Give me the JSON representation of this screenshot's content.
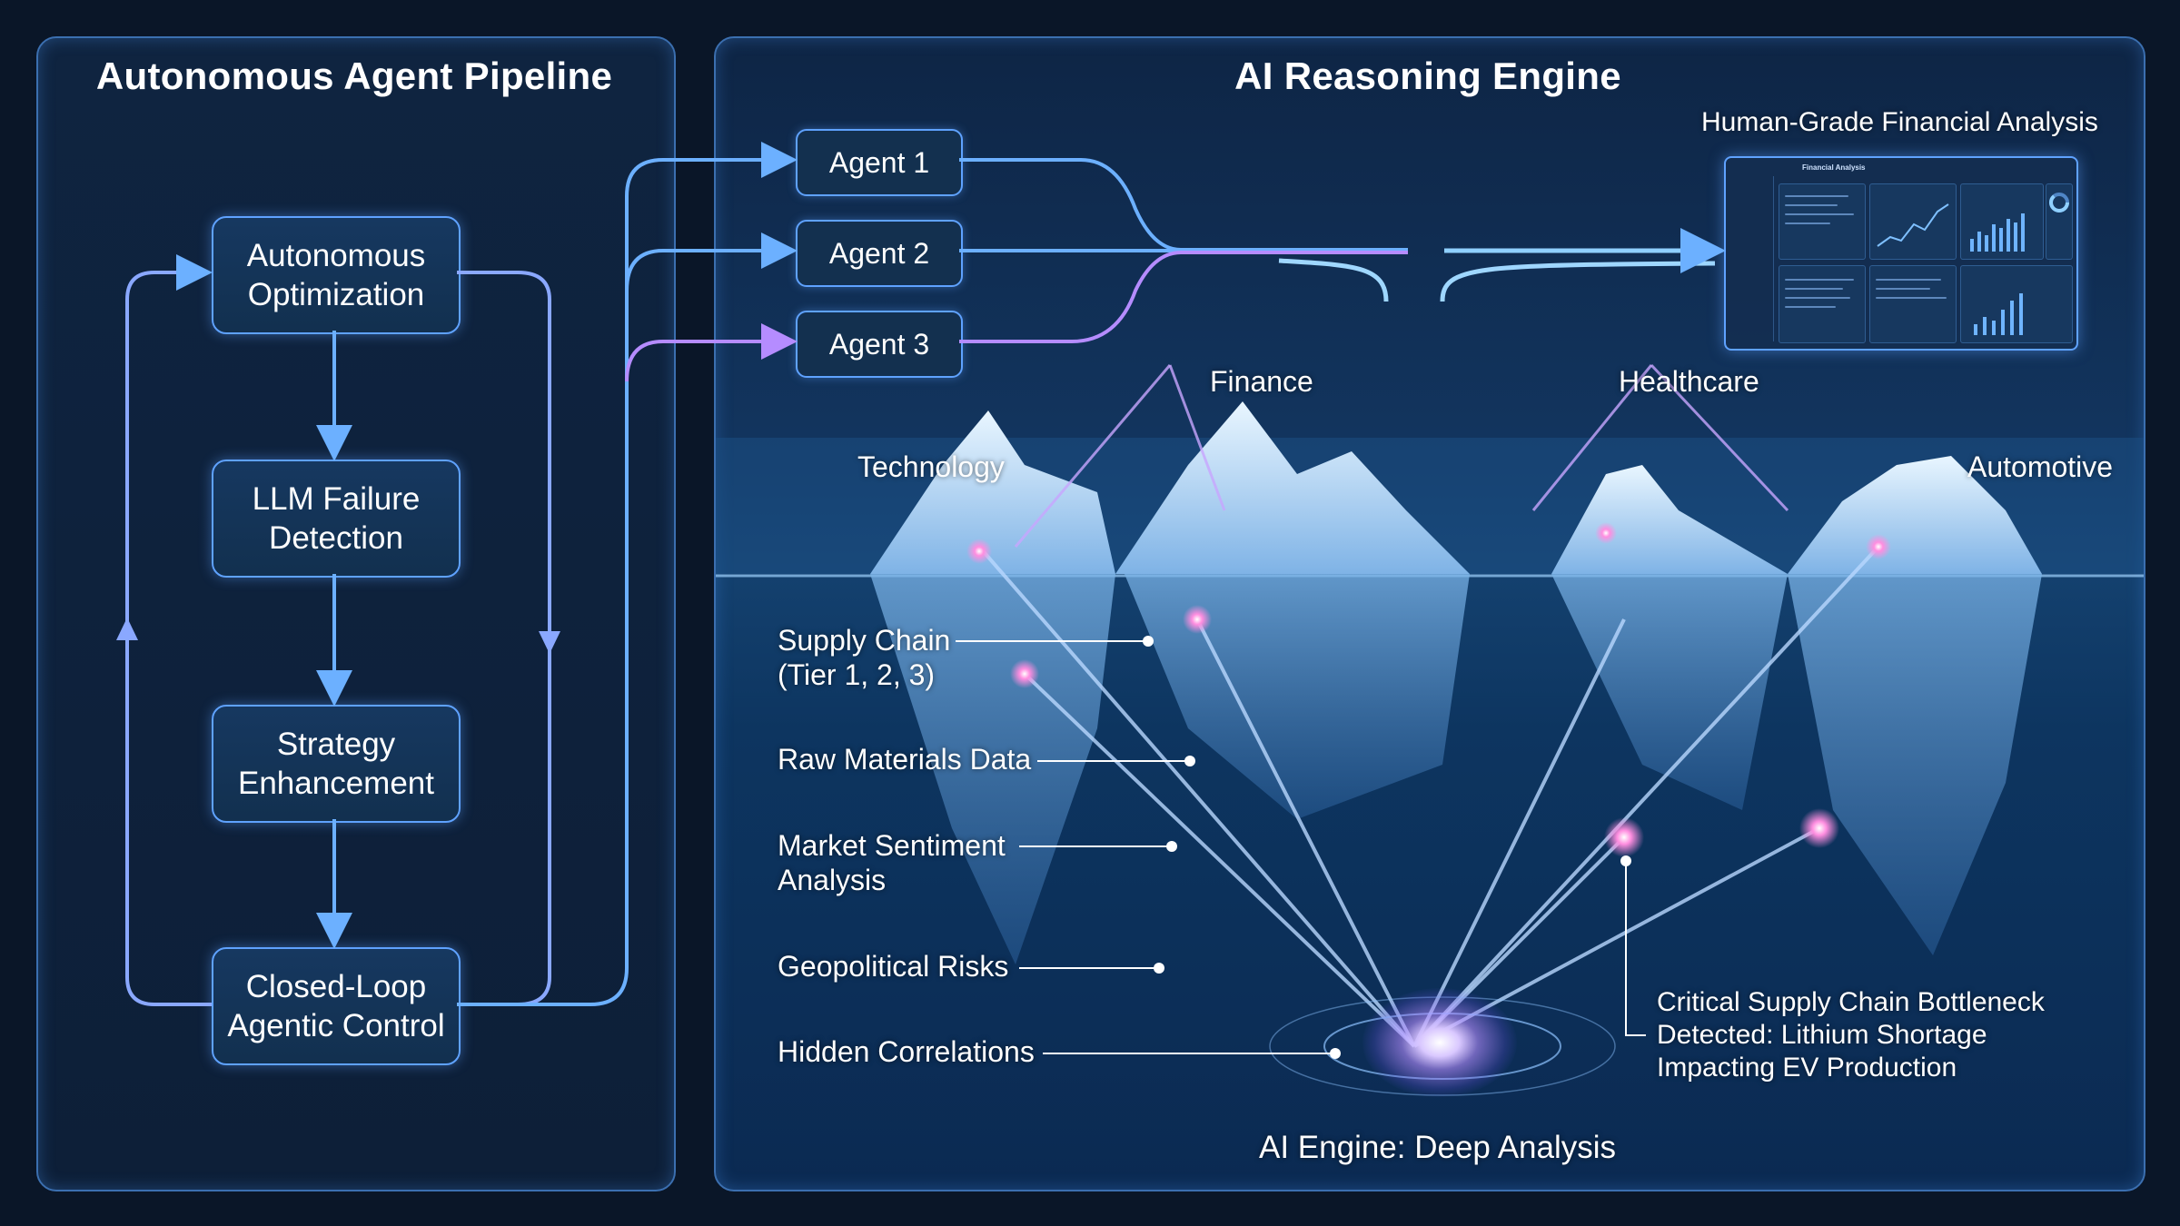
{
  "left_panel": {
    "title": "Autonomous Agent Pipeline",
    "steps": [
      {
        "label": "Autonomous\nOptimization"
      },
      {
        "label": "LLM Failure\nDetection"
      },
      {
        "label": "Strategy\nEnhancement"
      },
      {
        "label": "Closed-Loop\nAgentic Control"
      }
    ]
  },
  "right_panel": {
    "title": "AI Reasoning Engine",
    "agents": [
      "Agent 1",
      "Agent 2",
      "Agent 3"
    ],
    "output_label": "Human-Grade Financial Analysis",
    "dashboard_title": "Financial Analysis",
    "domains": [
      "Technology",
      "Finance",
      "Healthcare",
      "Automotive"
    ],
    "data_layers": [
      "Supply Chain\n(Tier 1, 2, 3)",
      "Raw Materials Data",
      "Market Sentiment\nAnalysis",
      "Geopolitical Risks",
      "Hidden Correlations"
    ],
    "insight": "Critical Supply Chain Bottleneck\nDetected: Lithium Shortage\nImpacting EV Production",
    "engine_label": "AI Engine: Deep Analysis"
  },
  "colors": {
    "background": "#0a1628",
    "panel_border": "#3b6fb0",
    "box_border": "#5fa2ff",
    "arrow_blue": "#6cb0ff",
    "arrow_violet": "#b58cff",
    "glow_pink": "#ff7ad9"
  }
}
